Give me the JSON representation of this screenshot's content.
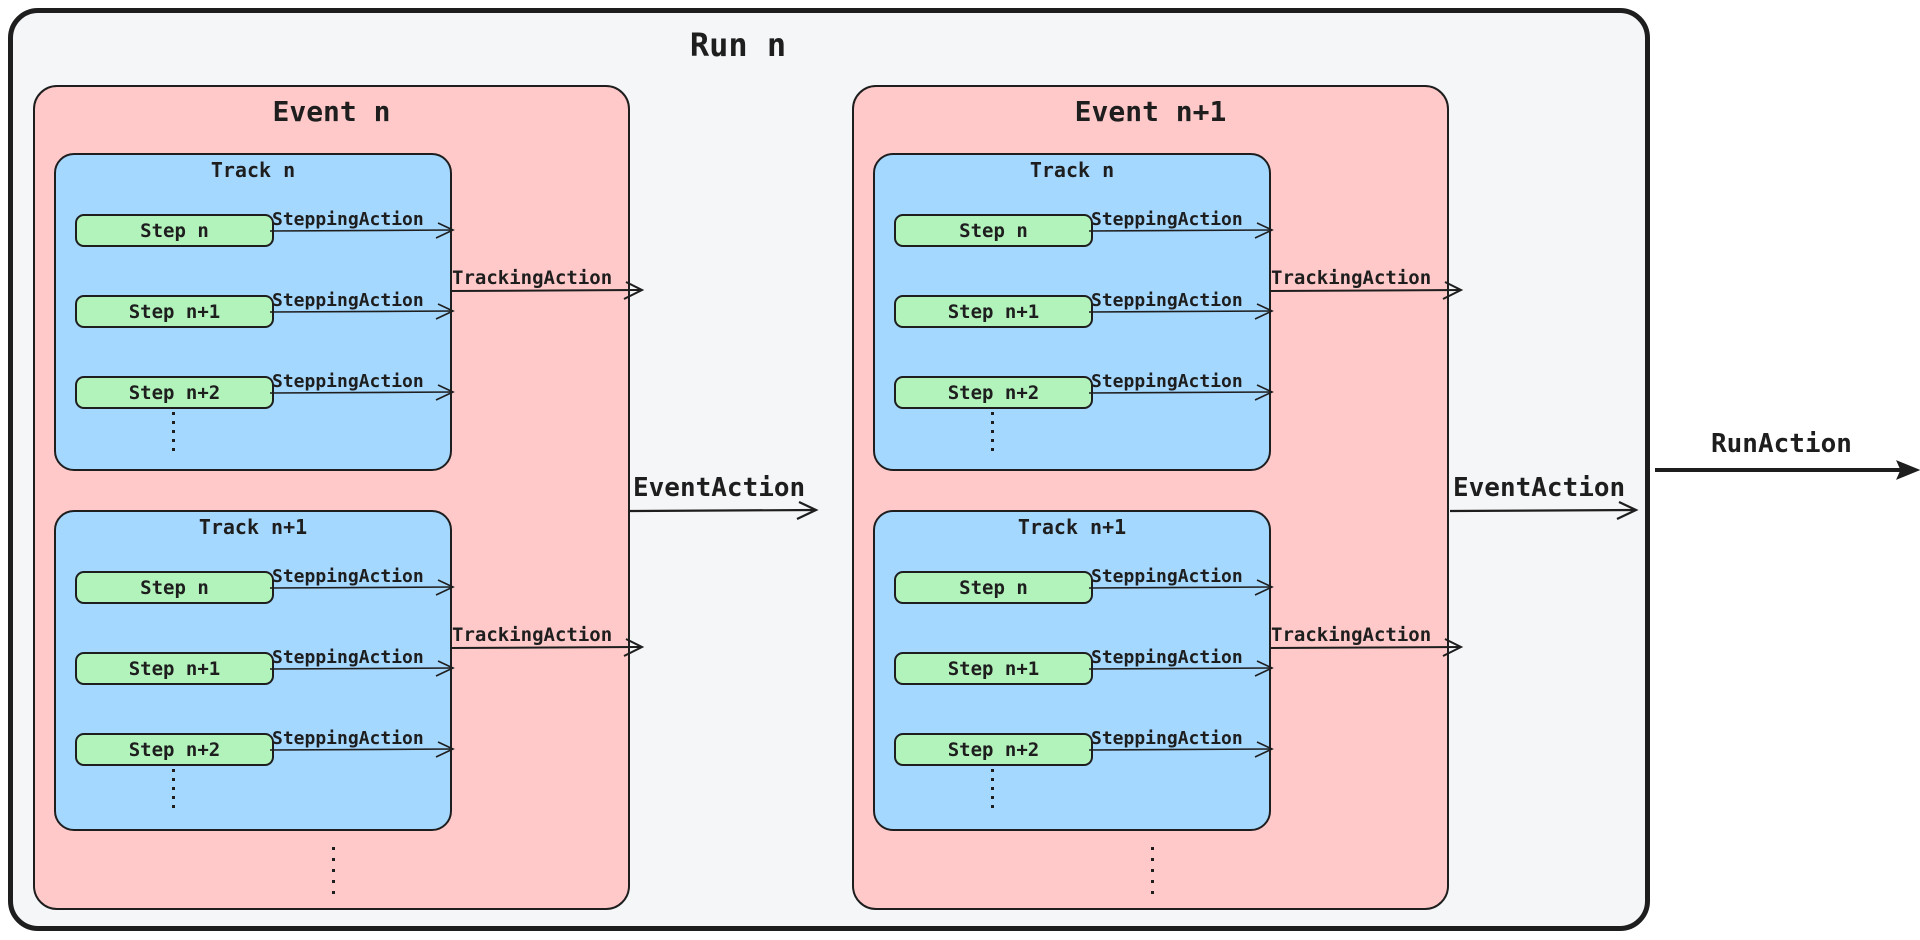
{
  "run": {
    "title": "Run n",
    "run_action": "RunAction",
    "events": [
      {
        "title": "Event n",
        "event_action": "EventAction",
        "tracks": [
          {
            "title": "Track n",
            "tracking_action": "TrackingAction",
            "steps": [
              {
                "label": "Step n",
                "action": "SteppingAction"
              },
              {
                "label": "Step n+1",
                "action": "SteppingAction"
              },
              {
                "label": "Step n+2",
                "action": "SteppingAction"
              }
            ]
          },
          {
            "title": "Track n+1",
            "tracking_action": "TrackingAction",
            "steps": [
              {
                "label": "Step n",
                "action": "SteppingAction"
              },
              {
                "label": "Step n+1",
                "action": "SteppingAction"
              },
              {
                "label": "Step n+2",
                "action": "SteppingAction"
              }
            ]
          }
        ]
      },
      {
        "title": "Event n+1",
        "event_action": "EventAction",
        "tracks": [
          {
            "title": "Track n",
            "tracking_action": "TrackingAction",
            "steps": [
              {
                "label": "Step n",
                "action": "SteppingAction"
              },
              {
                "label": "Step n+1",
                "action": "SteppingAction"
              },
              {
                "label": "Step n+2",
                "action": "SteppingAction"
              }
            ]
          },
          {
            "title": "Track n+1",
            "tracking_action": "TrackingAction",
            "steps": [
              {
                "label": "Step n",
                "action": "SteppingAction"
              },
              {
                "label": "Step n+1",
                "action": "SteppingAction"
              },
              {
                "label": "Step n+2",
                "action": "SteppingAction"
              }
            ]
          }
        ]
      }
    ]
  },
  "colors": {
    "page_background": "#ffffff",
    "run_fill": "#f5f6f8",
    "event_fill": "#ffc9c9",
    "track_fill": "#a5d8ff",
    "step_fill": "#b2f2bb",
    "stroke": "#1e1e1e"
  }
}
